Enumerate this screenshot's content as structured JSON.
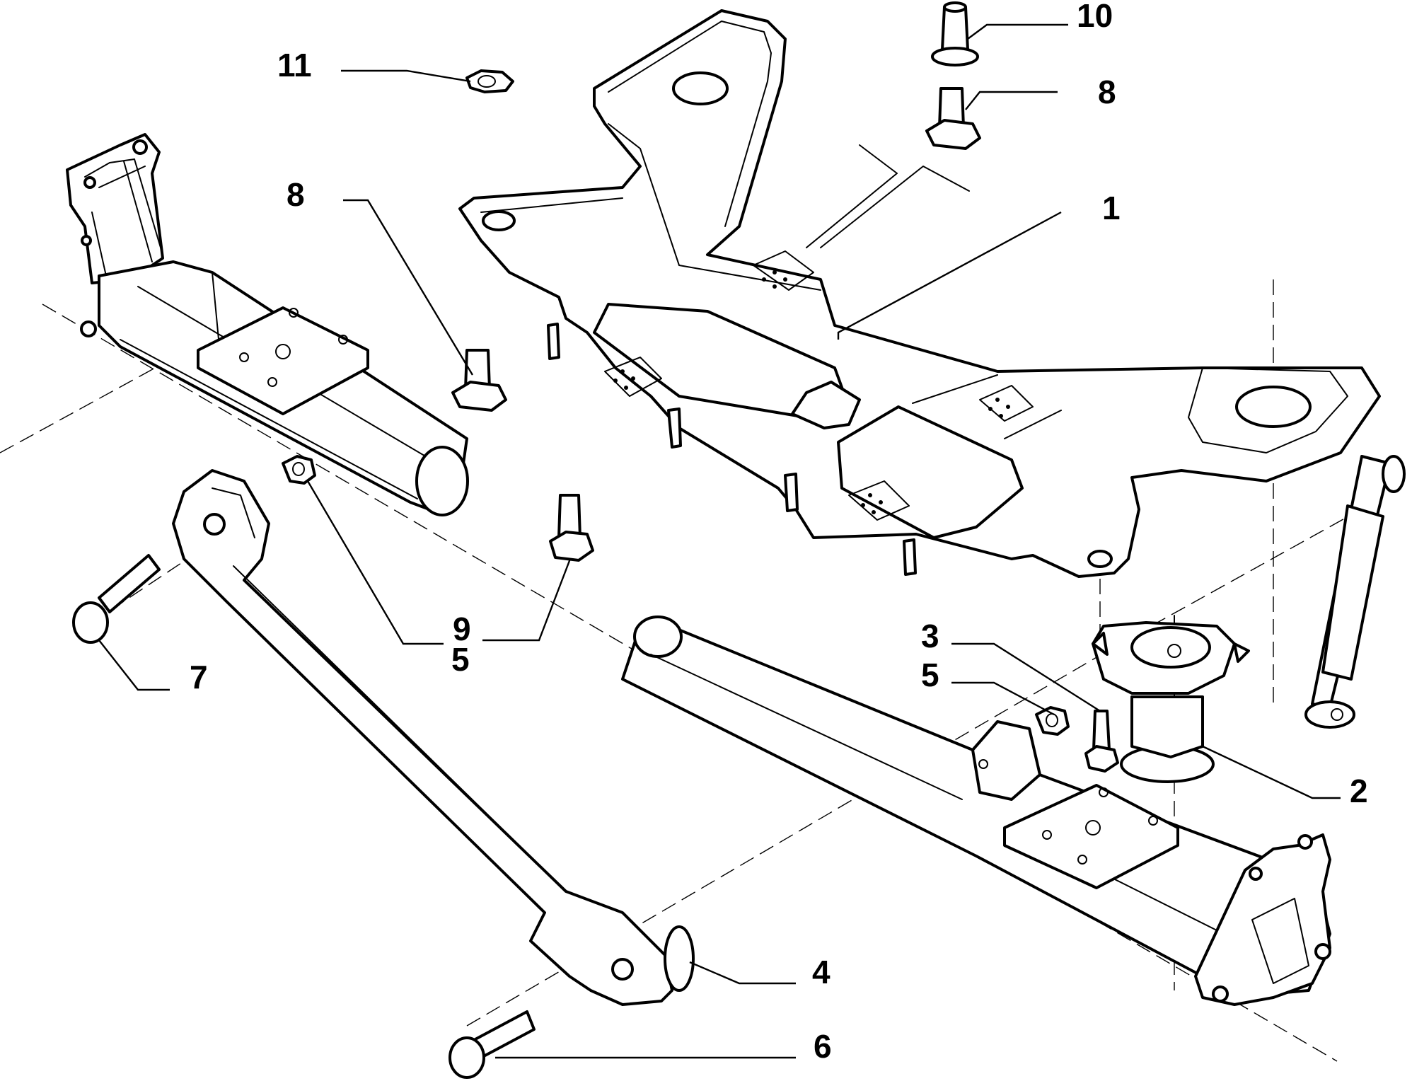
{
  "callouts": {
    "c1": "1",
    "c2": "2",
    "c3": "3",
    "c4": "4",
    "c5a": "5",
    "c5b": "5",
    "c6": "6",
    "c7": "7",
    "c8a": "8",
    "c8b": "8",
    "c9": "9",
    "c10": "10",
    "c11": "11"
  }
}
